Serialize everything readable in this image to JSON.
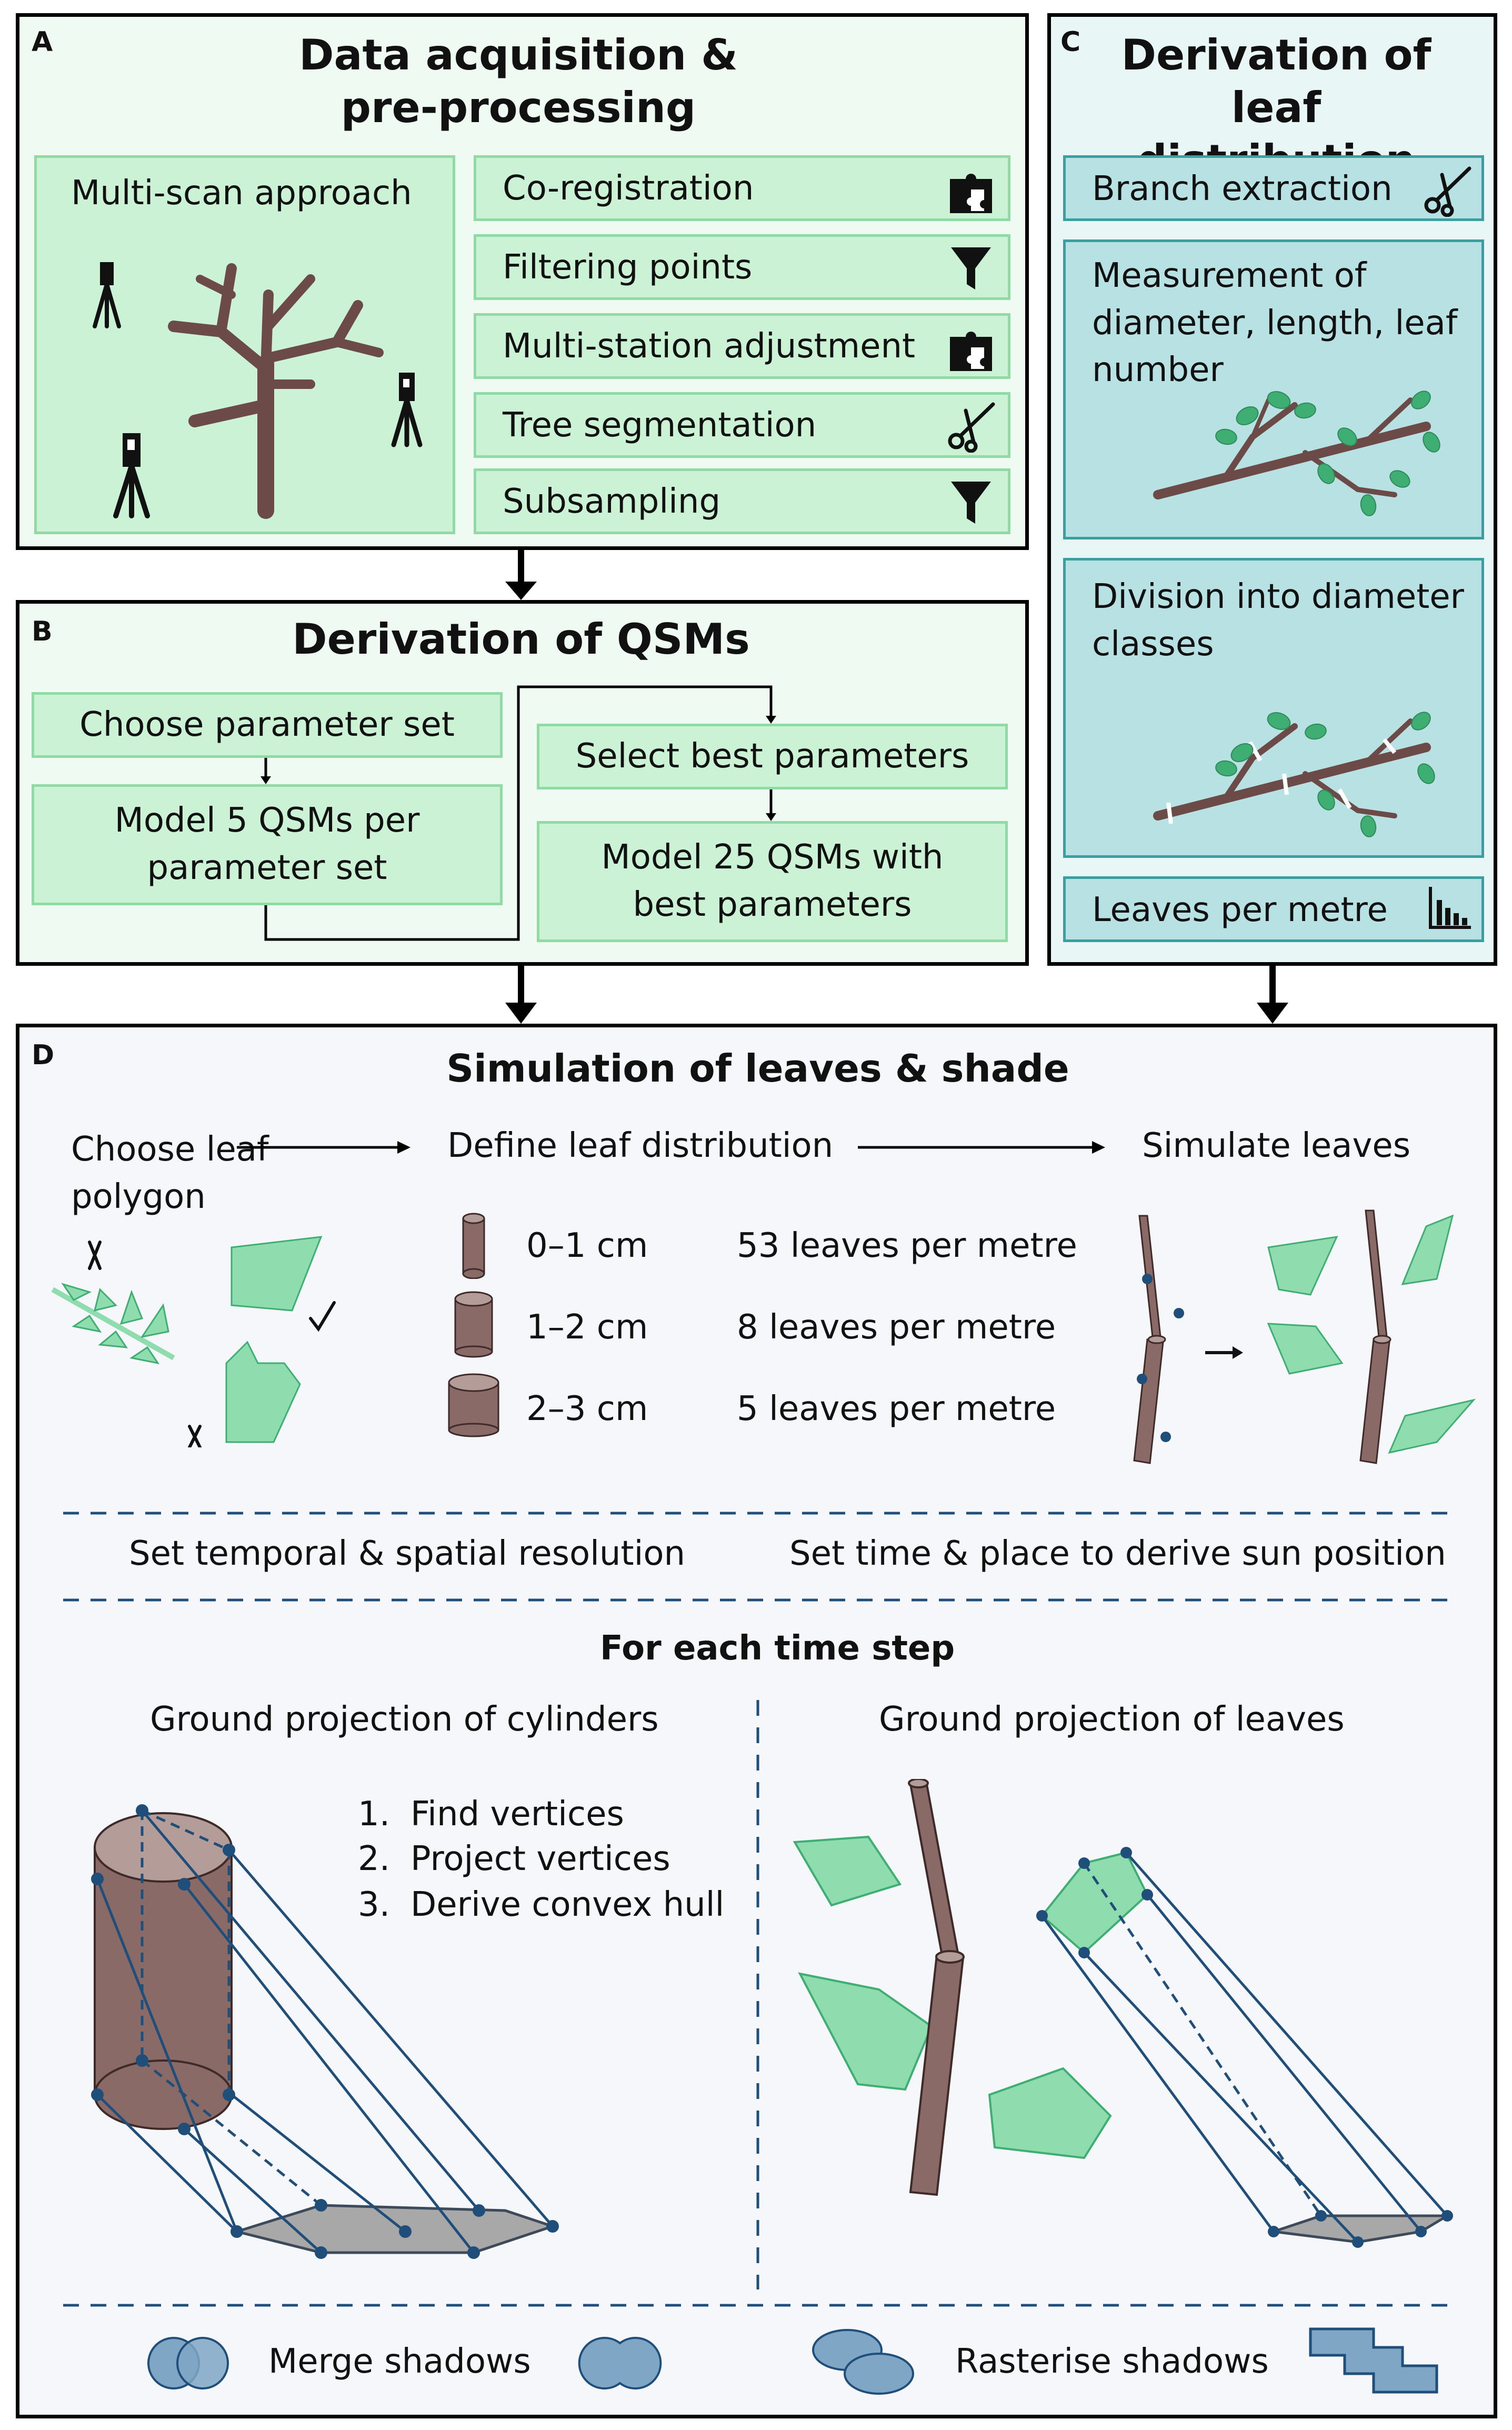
{
  "panel_a": {
    "letter": "A",
    "title": "Data acquisition & pre-processing",
    "multi_scan_label": "Multi-scan approach",
    "steps": [
      {
        "label": "Co-registration",
        "icon": "puzzle-icon"
      },
      {
        "label": "Filtering points",
        "icon": "filter-icon"
      },
      {
        "label": "Multi-station adjustment",
        "icon": "puzzle-icon"
      },
      {
        "label": "Tree segmentation",
        "icon": "scissors-icon"
      },
      {
        "label": "Subsampling",
        "icon": "filter-icon"
      }
    ]
  },
  "panel_b": {
    "letter": "B",
    "title": "Derivation of QSMs",
    "choose": "Choose parameter set",
    "model5": "Model 5 QSMs per parameter set",
    "select": "Select best parameters",
    "model25": "Model 25 QSMs with best parameters"
  },
  "panel_c": {
    "letter": "C",
    "title": "Derivation of leaf distribution",
    "branch_extraction": "Branch extraction",
    "measurement": "Measurement of diameter, length, leaf number",
    "division": "Division into diameter classes",
    "leaves_per_metre": "Leaves per metre"
  },
  "panel_d": {
    "letter": "D",
    "title": "Simulation of leaves & shade",
    "choose_polygon": "Choose leaf polygon",
    "define_distribution": "Define leaf distribution",
    "simulate_leaves": "Simulate leaves",
    "classes": [
      {
        "range": "0–1 cm",
        "count": "53 leaves per metre"
      },
      {
        "range": "1–2 cm",
        "count": "8 leaves per metre"
      },
      {
        "range": "2–3 cm",
        "count": "5 leaves per metre"
      }
    ],
    "set_resolution": "Set temporal & spatial resolution",
    "set_time_place": "Set time & place to derive sun position",
    "for_each": "For each time step",
    "ground_cyl": "Ground projection of cylinders",
    "ground_leaves": "Ground projection of leaves",
    "steps": [
      {
        "num": "1.",
        "text": "Find vertices"
      },
      {
        "num": "2.",
        "text": "Project vertices"
      },
      {
        "num": "3.",
        "text": "Derive convex hull"
      }
    ],
    "merge": "Merge shadows",
    "rasterise": "Rasterise shadows"
  },
  "colors": {
    "green_fill": "#ccf2d6",
    "green_border": "#8fdba3",
    "blue_fill": "#b7e1e3",
    "blue_border": "#3b9fa0",
    "trunk": "#6b4a48",
    "leaf": "#8fdcae",
    "leaf_dark": "#3fae73",
    "projection_line": "#1f4e7a",
    "shadow_fill": "#a8a8a8",
    "shadow_blue": "#7fa6c4"
  }
}
